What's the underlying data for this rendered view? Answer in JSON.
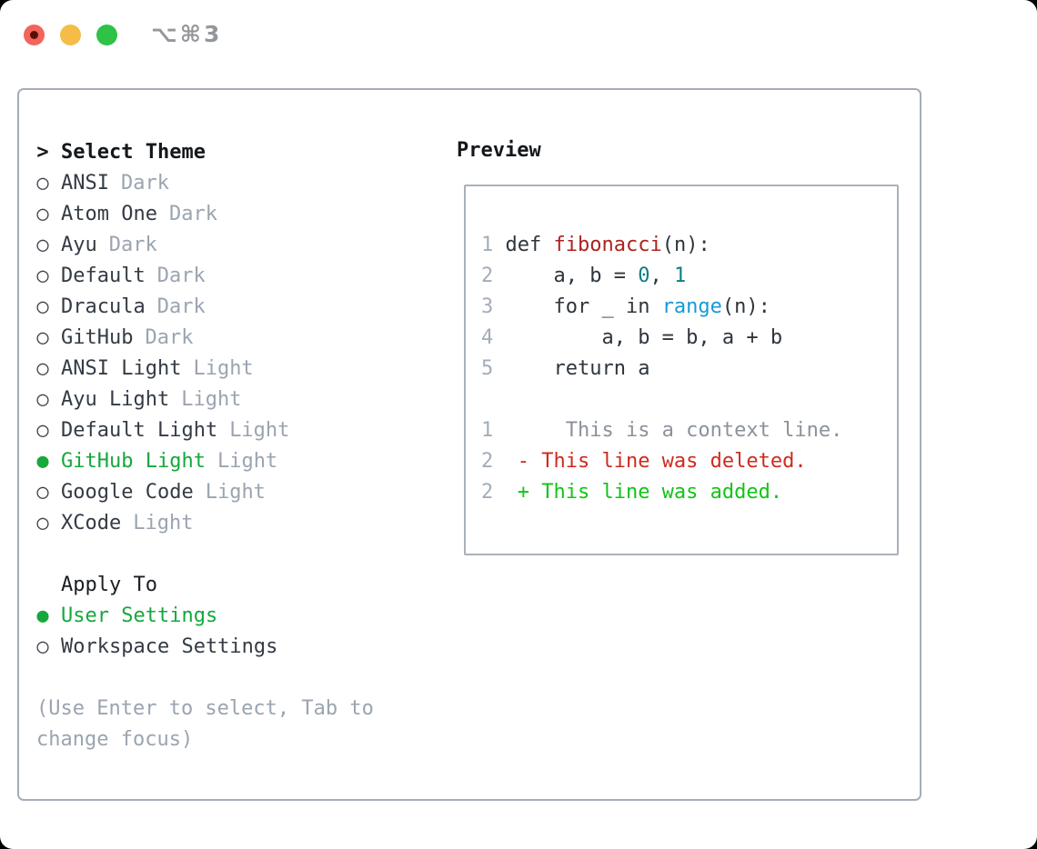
{
  "window": {
    "title_shortcut": "⌥⌘3"
  },
  "colors": {
    "traffic_close": "#f2655c",
    "traffic_minimize": "#f5bc48",
    "traffic_maximize": "#2ec247",
    "panel_border": "#a5adb8",
    "selection_green": "#16a83c",
    "muted_gray": "#9ba4b0",
    "text_dark": "#343b44",
    "syntax_name_red": "#aa231f",
    "syntax_number_teal": "#0e7d84",
    "syntax_builtin_blue": "#189ad6",
    "diff_context_gray": "#8b929a",
    "diff_deleted_red": "#cd2b1d",
    "diff_added_green": "#10c516",
    "line_number_gray": "#a3adb8"
  },
  "theme_picker": {
    "header": {
      "prefix": ">",
      "label": "Select Theme"
    },
    "items": [
      {
        "bullet": "○",
        "name": "ANSI",
        "tag": "Dark",
        "selected": false
      },
      {
        "bullet": "○",
        "name": "Atom One",
        "tag": "Dark",
        "selected": false
      },
      {
        "bullet": "○",
        "name": "Ayu",
        "tag": "Dark",
        "selected": false
      },
      {
        "bullet": "○",
        "name": "Default",
        "tag": "Dark",
        "selected": false
      },
      {
        "bullet": "○",
        "name": "Dracula",
        "tag": "Dark",
        "selected": false
      },
      {
        "bullet": "○",
        "name": "GitHub",
        "tag": "Dark",
        "selected": false
      },
      {
        "bullet": "○",
        "name": "ANSI Light",
        "tag": "Light",
        "selected": false
      },
      {
        "bullet": "○",
        "name": "Ayu Light",
        "tag": "Light",
        "selected": false
      },
      {
        "bullet": "○",
        "name": "Default Light",
        "tag": "Light",
        "selected": false
      },
      {
        "bullet": "●",
        "name": "GitHub Light",
        "tag": "Light",
        "selected": true
      },
      {
        "bullet": "○",
        "name": "Google Code",
        "tag": "Light",
        "selected": false
      },
      {
        "bullet": "○",
        "name": "XCode",
        "tag": "Light",
        "selected": false
      }
    ],
    "apply_to": {
      "header": "Apply To",
      "options": [
        {
          "bullet": "●",
          "name": "User Settings",
          "selected": true
        },
        {
          "bullet": "○",
          "name": "Workspace Settings",
          "selected": false
        }
      ]
    },
    "hint": "(Use Enter to select, Tab to change focus)"
  },
  "preview": {
    "title": "Preview",
    "python": [
      {
        "num": "1",
        "segs": [
          {
            "t": " def "
          },
          {
            "t": "fibonacci"
          },
          {
            "t": "(n):"
          }
        ]
      },
      {
        "num": "2",
        "segs": [
          {
            "t": "     a, b = "
          },
          {
            "t": "0"
          },
          {
            "t": ", "
          },
          {
            "t": "1"
          }
        ]
      },
      {
        "num": "3",
        "segs": [
          {
            "t": "     for _ in "
          },
          {
            "t": "range"
          },
          {
            "t": "(n):"
          }
        ]
      },
      {
        "num": "4",
        "segs": [
          {
            "t": "         a, b = b, a + b"
          }
        ]
      },
      {
        "num": "5",
        "segs": [
          {
            "t": "     return a"
          }
        ]
      }
    ],
    "diff": [
      {
        "num": "1",
        "segs": [
          {
            "t": "      This is a context line."
          }
        ]
      },
      {
        "num": "2",
        "segs": [
          {
            "t": "  - This line was deleted."
          }
        ]
      },
      {
        "num": "2",
        "segs": [
          {
            "t": "  + This line was added."
          }
        ]
      }
    ]
  }
}
